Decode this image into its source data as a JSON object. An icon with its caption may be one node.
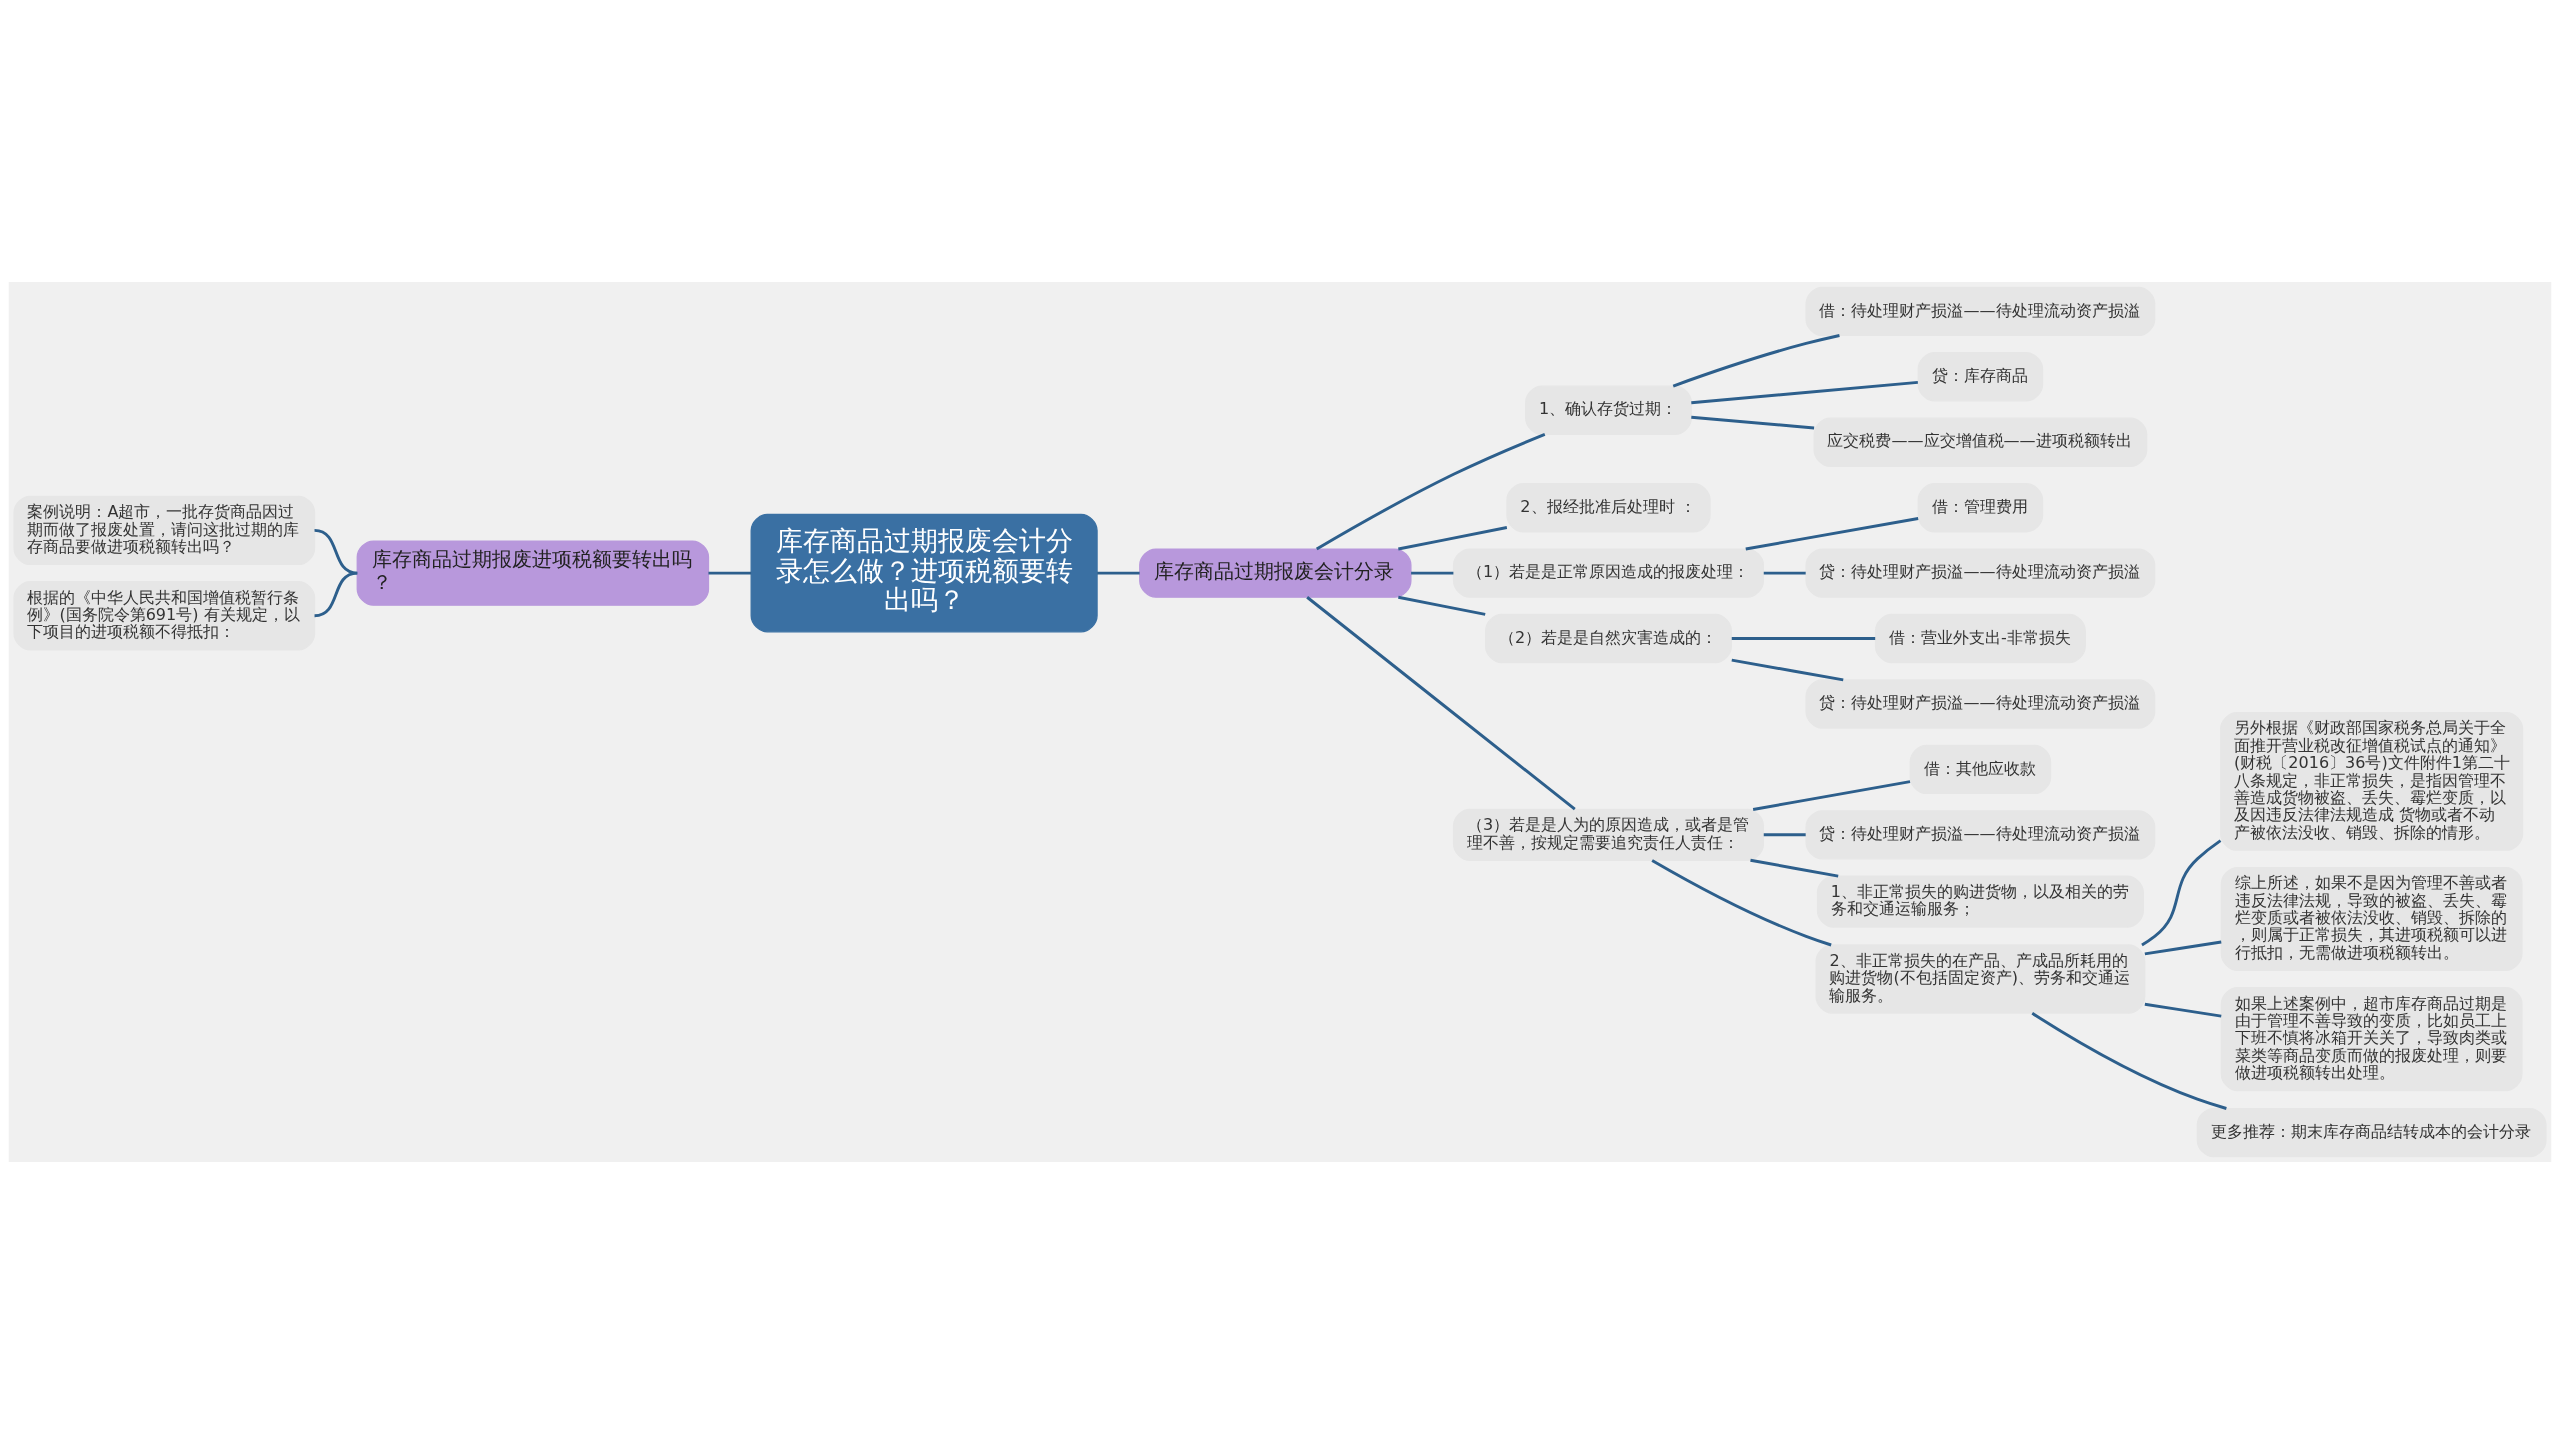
{
  "diagram": {
    "nodes": [
      {
        "text": [
          "库存商品过期报废会计分录怎么做？进项税额要转出吗？"
        ]
      },
      {
        "text": [
          "库存商品过期报废进项税额要转出吗？"
        ]
      },
      {
        "text": [
          "案例说明：A超市，一批存货商品因过期而做了报废处置，请问这批过期的库存商品要做进项税额转出吗？"
        ]
      },
      {
        "text": [
          "根据的《中华人民共和国增值税暂行条例》(国务院令第691号) 有关规定，以下项目的进项税额不得抵扣："
        ]
      },
      {
        "text": [
          "库存商品过期报废会计分录"
        ]
      },
      {
        "text": [
          "1、确认存货过期："
        ]
      },
      {
        "text": [
          "借：待处理财产损溢——待处理流动资产损溢"
        ]
      },
      {
        "text": [
          "贷：库存商品"
        ]
      },
      {
        "text": [
          "应交税费——应交增值税——进项税额转出"
        ]
      },
      {
        "text": [
          "2、报经批准后处理时 ："
        ]
      },
      {
        "text": [
          "（1）若是是正常原因造成的报废处理："
        ]
      },
      {
        "text": [
          "借：管理费用"
        ]
      },
      {
        "text": [
          "贷：待处理财产损溢——待处理流动资产损溢"
        ]
      },
      {
        "text": [
          "（2）若是是自然灾害造成的："
        ]
      },
      {
        "text": [
          "借：营业外支出-非常损失"
        ]
      },
      {
        "text": [
          "贷：待处理财产损溢——待处理流动资产损溢"
        ]
      },
      {
        "text": [
          "（3）若是是人为的原因造成，或者是管理不善，按规定需要追究责任人责任："
        ]
      },
      {
        "text": [
          "借：其他应收款"
        ]
      },
      {
        "text": [
          "贷：待处理财产损溢——待处理流动资产损溢"
        ]
      },
      {
        "text": [
          "1、非正常损失的购进货物，以及相关的劳务和交通运输服务；"
        ]
      },
      {
        "text": [
          "2、非正常损失的在产品、产成品所耗用的购进货物(不包括固定资产)、劳务和交通运输服务。"
        ]
      },
      {
        "text": [
          "另外根据《财政部国家税务总局关于全面推开营业税改征增值税试点的通知》(财税〔2016〕36号)文件附件1第二十八条规定，非正常损失，是指因管理不善造成货物被盗、丢失、霉烂变质，以及因违反法律法规造成 货物或者不动产被依法没收、销毁、拆除的情形。"
        ]
      },
      {
        "text": [
          "综上所述，如果不是因为管理不善或者违反法律法规，导致的被盗、丢失、霉烂变质或者被依法没收、销毁、拆除的，则属于正常损失，其进项税额可以进行抵扣，无需做进项税额转出。"
        ]
      },
      {
        "text": [
          "如果上述案例中，超市库存商品过期是由于管理不善导致的变质，比如员工上下班不慎将冰箱开关关了，导致肉类或菜类等商品变质而做的报废处理，则要做进项税额转出处理。"
        ]
      },
      {
        "text": [
          "更多推荐：期末库存商品结转成本的会计分录"
        ]
      }
    ],
    "edges": [
      {
        "from": 0,
        "to": 1,
        "arrow": "none"
      },
      {
        "from": 1,
        "to": 2,
        "arrow": "none"
      },
      {
        "from": 1,
        "to": 3,
        "arrow": "none"
      },
      {
        "from": 0,
        "to": 4,
        "arrow": "none"
      },
      {
        "from": 4,
        "to": 5,
        "arrow": "none"
      },
      {
        "from": 5,
        "to": 6,
        "arrow": "none"
      },
      {
        "from": 5,
        "to": 7,
        "arrow": "none"
      },
      {
        "from": 5,
        "to": 8,
        "arrow": "none"
      },
      {
        "from": 4,
        "to": 9,
        "arrow": "none"
      },
      {
        "from": 4,
        "to": 10,
        "arrow": "none"
      },
      {
        "from": 10,
        "to": 11,
        "arrow": "none"
      },
      {
        "from": 10,
        "to": 12,
        "arrow": "none"
      },
      {
        "from": 4,
        "to": 13,
        "arrow": "none"
      },
      {
        "from": 13,
        "to": 14,
        "arrow": "none"
      },
      {
        "from": 13,
        "to": 15,
        "arrow": "none"
      },
      {
        "from": 4,
        "to": 16,
        "arrow": "none"
      },
      {
        "from": 16,
        "to": 17,
        "arrow": "none"
      },
      {
        "from": 16,
        "to": 18,
        "arrow": "none"
      },
      {
        "from": 16,
        "to": 19,
        "arrow": "none"
      },
      {
        "from": 16,
        "to": 20,
        "arrow": "none"
      },
      {
        "from": 20,
        "to": 21,
        "arrow": "none"
      },
      {
        "from": 20,
        "to": 22,
        "arrow": "none"
      },
      {
        "from": 20,
        "to": 23,
        "arrow": "none"
      },
      {
        "from": 20,
        "to": 24,
        "arrow": "none"
      }
    ]
  }
}
